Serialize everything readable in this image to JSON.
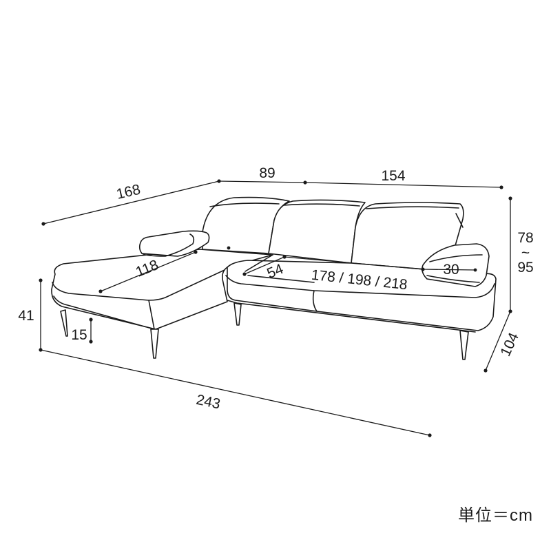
{
  "dimensions": {
    "chaise_depth": "168",
    "chaise_width": "89",
    "main_width": "154",
    "back_height_min": "78",
    "back_height_sep": "~",
    "back_height_max": "95",
    "seat_height": "41",
    "leg_height": "15",
    "total_width": "243",
    "total_depth": "104",
    "chaise_seat_depth": "118",
    "seat_depth": "54",
    "seat_width_options": "178 / 198 / 218",
    "armrest_width": "30"
  },
  "unit_label": "単位＝cm"
}
